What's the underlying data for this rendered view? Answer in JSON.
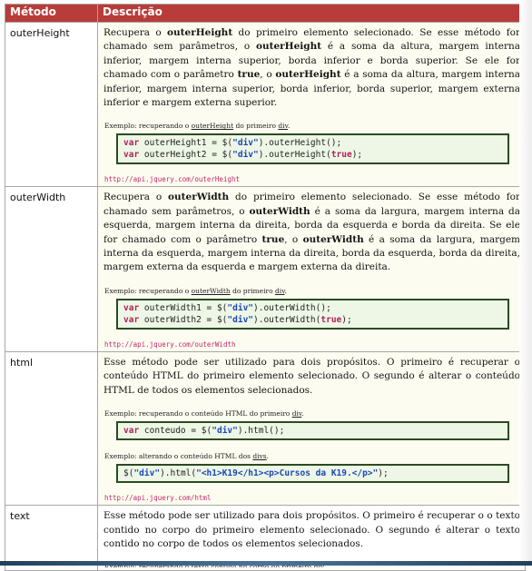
{
  "table": {
    "header": {
      "method": "Método",
      "description": "Descrição"
    },
    "rows": [
      {
        "name": "outerHeight",
        "description": [
          {
            "t": "Recupera o "
          },
          {
            "b": "outerHeight"
          },
          {
            "t": " do primeiro elemento selecionado.  Se esse método for chamado sem parâmetros, o "
          },
          {
            "b": "outerHeight"
          },
          {
            "t": " é a soma da altura, margem interna inferior, margem interna superior, borda inferior e borda superior.  Se ele for chamado com o parâmetro "
          },
          {
            "b": "true"
          },
          {
            "t": ", o "
          },
          {
            "b": "outerHeight"
          },
          {
            "t": " é a soma da altura, margem interna inferior, margem interna superior, borda inferior, borda superior, margem externa inferior e margem externa superior."
          }
        ],
        "examples": [
          {
            "caption": [
              {
                "t": "Exemplo: recuperando o "
              },
              {
                "u": "outerHeight"
              },
              {
                "t": " do primeiro "
              },
              {
                "u": "div"
              },
              {
                "t": "."
              }
            ],
            "code": [
              [
                {
                  "k": "var"
                },
                {
                  "t": " outerHeight1 = $("
                },
                {
                  "s": "\"div\""
                },
                {
                  "t": ").outerHeight();"
                }
              ],
              [
                {
                  "k": "var"
                },
                {
                  "t": " outerHeight2 = $("
                },
                {
                  "s": "\"div\""
                },
                {
                  "t": ").outerHeight("
                },
                {
                  "k": "true"
                },
                {
                  "t": ");"
                }
              ]
            ]
          }
        ],
        "link": "http://api.jquery.com/outerHeight"
      },
      {
        "name": "outerWidth",
        "description": [
          {
            "t": "Recupera o "
          },
          {
            "b": "outerWidth"
          },
          {
            "t": " do primeiro elemento selecionado.  Se esse método for chamado sem parâmetros, o "
          },
          {
            "b": "outerWidth"
          },
          {
            "t": " é a soma da largura, margem interna da esquerda, margem interna da direita, borda da esquerda e borda da direita.  Se ele for chamado com o parâmetro "
          },
          {
            "b": "true"
          },
          {
            "t": ", o "
          },
          {
            "b": "outerWidth"
          },
          {
            "t": " é a soma da largura, margem interna da esquerda, margem interna da direita, borda da esquerda, borda da direita, margem externa da esquerda e margem externa da direita."
          }
        ],
        "examples": [
          {
            "caption": [
              {
                "t": "Exemplo: recuperando o "
              },
              {
                "u": "outerWidth"
              },
              {
                "t": " do primeiro "
              },
              {
                "u": "div"
              },
              {
                "t": "."
              }
            ],
            "code": [
              [
                {
                  "k": "var"
                },
                {
                  "t": " outerWidth1 = $("
                },
                {
                  "s": "\"div\""
                },
                {
                  "t": ").outerWidth();"
                }
              ],
              [
                {
                  "k": "var"
                },
                {
                  "t": " outerWidth2 = $("
                },
                {
                  "s": "\"div\""
                },
                {
                  "t": ").outerWidth("
                },
                {
                  "k": "true"
                },
                {
                  "t": ");"
                }
              ]
            ]
          }
        ],
        "link": "http://api.jquery.com/outerWidth"
      },
      {
        "name": "html",
        "description": [
          {
            "t": "Esse método pode ser utilizado para dois propósitos.  O primeiro é recuperar o conteúdo HTML do primeiro elemento selecionado.  O segundo é alterar o conteúdo HTML de todos os elementos selecionados."
          }
        ],
        "examples": [
          {
            "caption": [
              {
                "t": "Exemplo: recuperando o conteúdo HTML do primeiro "
              },
              {
                "u": "div"
              },
              {
                "t": "."
              }
            ],
            "code": [
              [
                {
                  "k": "var"
                },
                {
                  "t": " conteudo = $("
                },
                {
                  "s": "\"div\""
                },
                {
                  "t": ").html();"
                }
              ]
            ]
          },
          {
            "caption": [
              {
                "t": "Exemplo: alterando o conteúdo HTML dos "
              },
              {
                "u": "divs"
              },
              {
                "t": "."
              }
            ],
            "code": [
              [
                {
                  "t": "$("
                },
                {
                  "s": "\"div\""
                },
                {
                  "t": ").html("
                },
                {
                  "s": "\"<h1>K19</h1><p>Cursos da K19.</p>\""
                },
                {
                  "t": ");"
                }
              ]
            ]
          }
        ],
        "link": "http://api.jquery.com/html"
      },
      {
        "name": "text",
        "description": [
          {
            "t": "Esse método pode ser utilizado para dois propósitos.  O primeiro é recuperar o o texto contido no corpo do primeiro elemento selecionado.  O segundo é alterar o texto contido no corpo de todos os elementos selecionados."
          }
        ],
        "examples": [
          {
            "caption": [
              {
                "t": "Exemplo: recuperando o texto contido no corpo do primeiro "
              },
              {
                "u": "div"
              },
              {
                "t": "."
              }
            ],
            "code": []
          }
        ],
        "link": ""
      }
    ]
  }
}
